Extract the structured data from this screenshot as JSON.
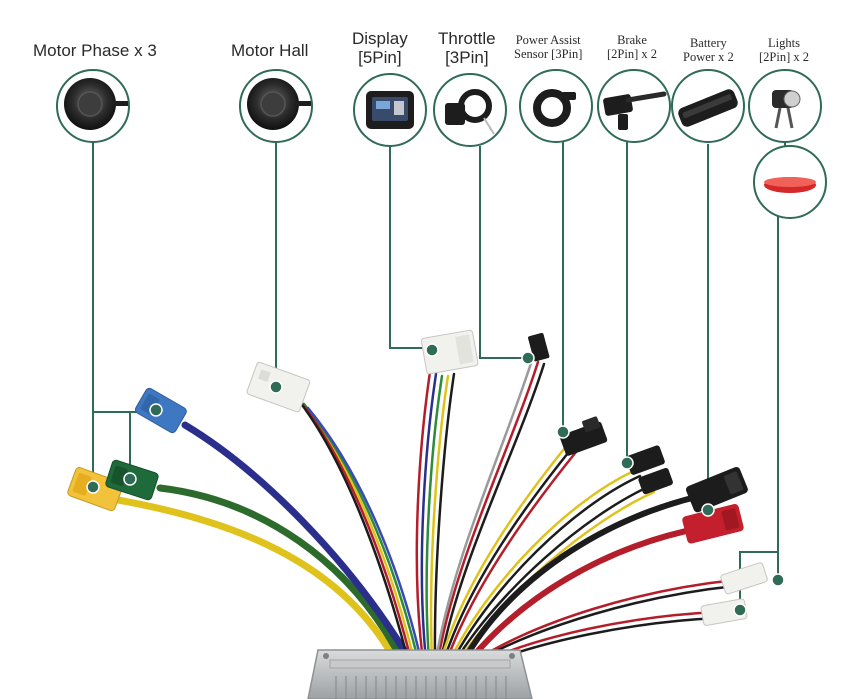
{
  "labels": {
    "motor_phase": "Motor Phase x 3",
    "motor_hall": "Motor Hall",
    "display": {
      "line1": "Display",
      "line2": "[5Pin]"
    },
    "throttle": {
      "line1": "Throttle",
      "line2": "[3Pin]"
    },
    "pas": {
      "line1": "Power Assist",
      "line2": "Sensor [3Pin]"
    },
    "brake": {
      "line1": "Brake",
      "line2": "[2Pin] x 2"
    },
    "battery": {
      "line1": "Battery",
      "line2": "Power x 2"
    },
    "lights": {
      "line1": "Lights",
      "line2": "[2Pin] x 2"
    }
  },
  "colors": {
    "leader": "#2f6b57",
    "wire_yellow": "#e0c21c",
    "wire_green": "#2c6b2c",
    "wire_blue": "#2a2f8c",
    "wire_red": "#b41e2a",
    "wire_black": "#1c1c1c",
    "connector_yellow": "#f2c23a",
    "connector_green": "#1f6a3a",
    "connector_blue": "#3e78c2",
    "connector_red": "#c31f2c",
    "connector_white": "#f1f1ee",
    "controller": "#b9bcbe"
  }
}
